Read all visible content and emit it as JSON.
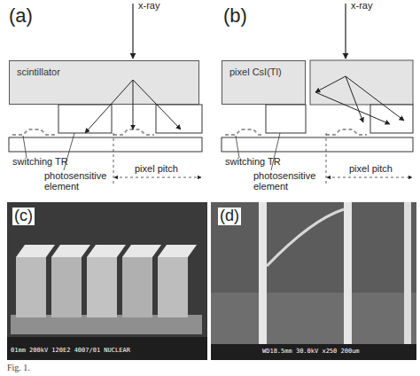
{
  "diagram": {
    "caption": "Fig. 1.",
    "nodes": [
      {
        "text": [
          "scintillator"
        ]
      },
      {
        "text": [
          "pixel CsI(Tl)"
        ]
      }
    ],
    "labels": [
      "(a)",
      "x-ray",
      "switching TR",
      "photosensitive element",
      "pixel pitch",
      "(b)",
      "x-ray",
      "switching TR",
      "photosensitive element",
      "pixel pitch",
      "(c)",
      "(d)",
      "01mm 200kV 120E2 4007/01 NUCLEAR",
      "WD18.5mm 30.0kV x250 200um"
    ]
  }
}
